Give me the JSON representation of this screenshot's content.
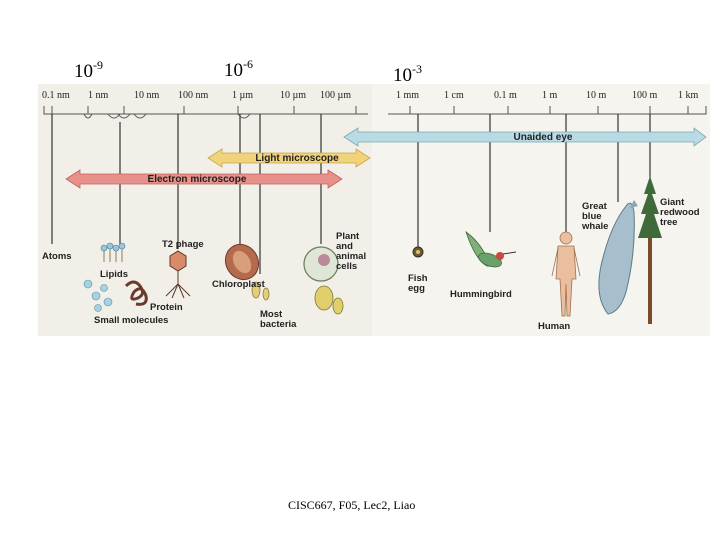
{
  "exponents": [
    {
      "base": "10",
      "exp": "-9"
    },
    {
      "base": "10",
      "exp": "-6"
    },
    {
      "base": "10",
      "exp": "-3"
    }
  ],
  "scale_labels": [
    "0.1 nm",
    "1 nm",
    "10 nm",
    "100 nm",
    "1 µm",
    "10 µm",
    "100 µm",
    "1 mm",
    "1 cm",
    "0.1 m",
    "1 m",
    "10 m",
    "100 m",
    "1 km"
  ],
  "ranges": {
    "unaided_eye": "Unaided eye",
    "light_microscope": "Light microscope",
    "electron_microscope": "Electron microscope"
  },
  "objects": {
    "atoms": "Atoms",
    "lipids": "Lipids",
    "small_molecules": "Small molecules",
    "protein": "Protein",
    "t2_phage": "T2 phage",
    "chloroplast": "Chloroplast",
    "most_bacteria": [
      "Most",
      "bacteria"
    ],
    "plant_animal_cells": [
      "Plant",
      "and",
      "animal",
      "cells"
    ],
    "fish_egg": [
      "Fish",
      "egg"
    ],
    "hummingbird": "Hummingbird",
    "human": "Human",
    "whale": [
      "Great",
      "blue",
      "whale"
    ],
    "redwood": [
      "Giant",
      "redwood",
      "tree"
    ]
  },
  "colors": {
    "unaided_eye": "#b9dbe3",
    "light_microscope": "#f0d37a",
    "electron_microscope": "#e8908a"
  },
  "footer": "CISC667, F05, Lec2, Liao"
}
